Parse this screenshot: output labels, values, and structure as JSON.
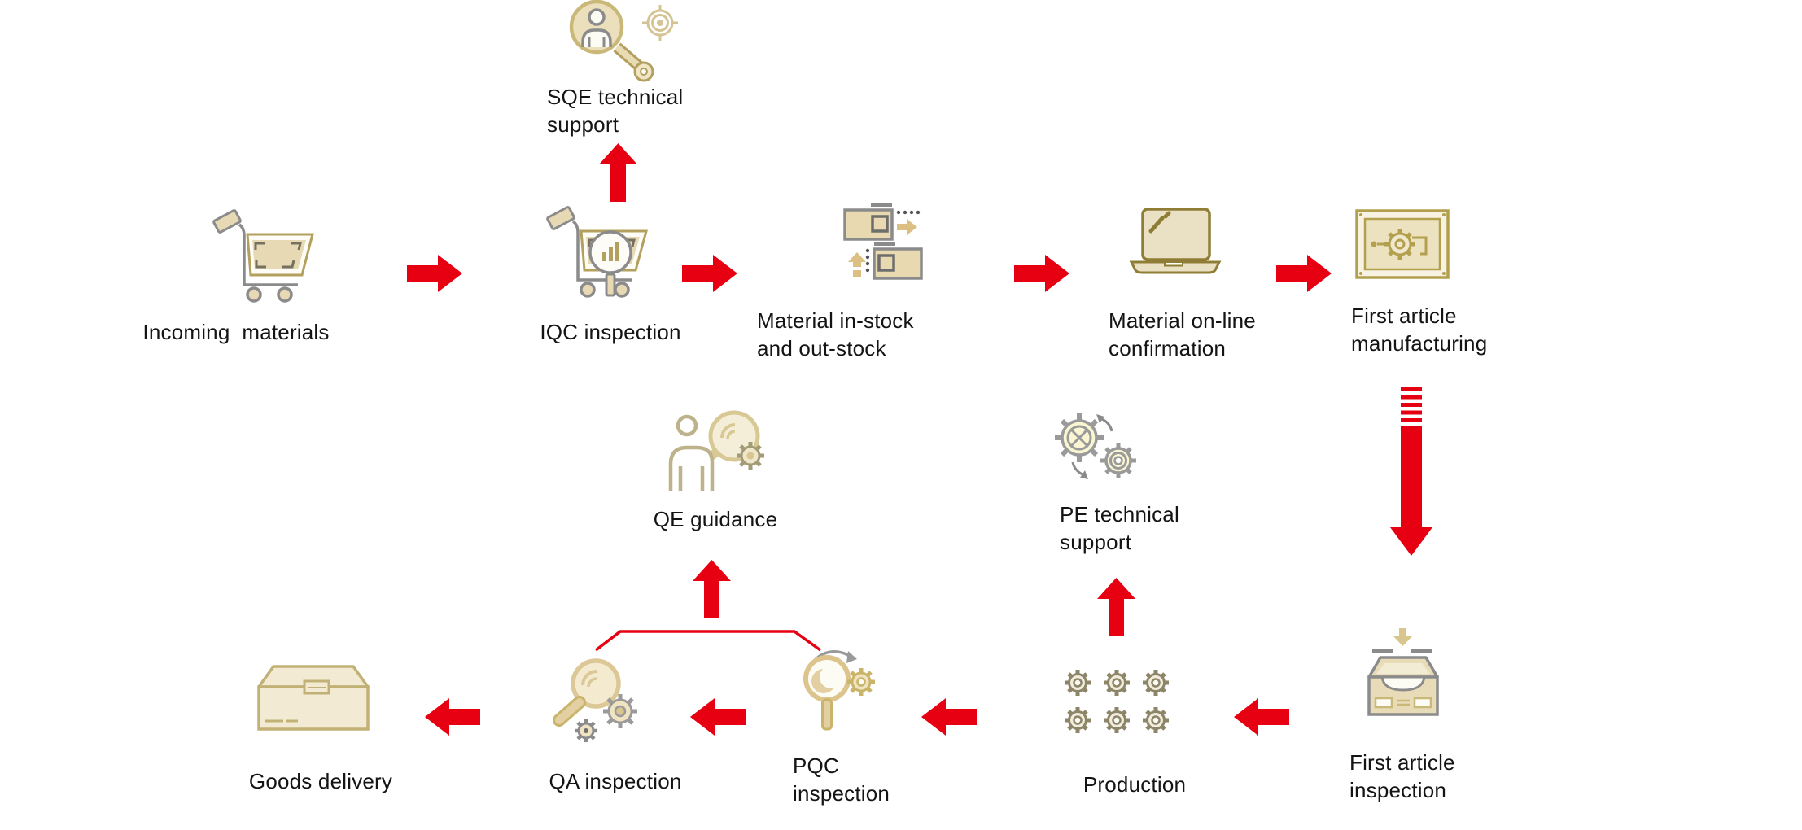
{
  "diagram": {
    "type": "process-flow",
    "palette": {
      "arrow_red": "#e60012",
      "bracket_red": "#e60012",
      "tan_fill": "#e7d9b4",
      "tan_light": "#f2ecd8",
      "gold_stroke": "#b3a05e",
      "gray_stroke": "#8b8b8b",
      "pale_yellow_gear": "#faf6d2",
      "olive_gear": "#8d8568",
      "text_color": "#141414",
      "background": "#ffffff"
    },
    "nodes": {
      "incoming_materials": {
        "label": "Incoming  materials",
        "icon": "shopping-cart-icon"
      },
      "iqc_inspection": {
        "label": "IQC inspection",
        "icon": "cart-magnifier-icon"
      },
      "sqe_support": {
        "label": "SQE technical\nsupport",
        "icon": "person-magnifier-target-icon"
      },
      "material_in_out": {
        "label": "Material in-stock\nand out-stock",
        "icon": "boxes-transfer-icon"
      },
      "material_online": {
        "label": "Material on-line\nconfirmation",
        "icon": "laptop-icon"
      },
      "first_article_mfg": {
        "label": "First article\nmanufacturing",
        "icon": "circuit-board-gear-icon"
      },
      "first_article_insp": {
        "label": "First article\ninspection",
        "icon": "inbox-tray-icon"
      },
      "production": {
        "label": "Production",
        "icon": "gears-grid-icon"
      },
      "pe_support": {
        "label": "PE technical\nsupport",
        "icon": "two-gears-arrows-icon"
      },
      "pqc_inspection": {
        "label": "PQC\ninspection",
        "icon": "magnifier-refresh-gear-icon"
      },
      "qa_inspection": {
        "label": "QA inspection",
        "icon": "magnifier-gears-icon"
      },
      "qe_guidance": {
        "label": "QE guidance",
        "icon": "person-magnifier-gear-icon"
      },
      "goods_delivery": {
        "label": "Goods delivery",
        "icon": "delivery-box-icon"
      }
    },
    "flow_top_row": [
      "Incoming  materials",
      "IQC inspection",
      "Material in-stock and out-stock",
      "Material on-line confirmation",
      "First article manufacturing"
    ],
    "flow_bottom_row": [
      "First article inspection",
      "Production",
      "PQC inspection",
      "QA inspection",
      "Goods delivery"
    ],
    "support_links": [
      {
        "from": "IQC inspection",
        "to": "SQE technical support"
      },
      {
        "from": "Production",
        "to": "PE technical support"
      },
      {
        "from": "PQC inspection + QA inspection",
        "to": "QE guidance"
      }
    ]
  }
}
